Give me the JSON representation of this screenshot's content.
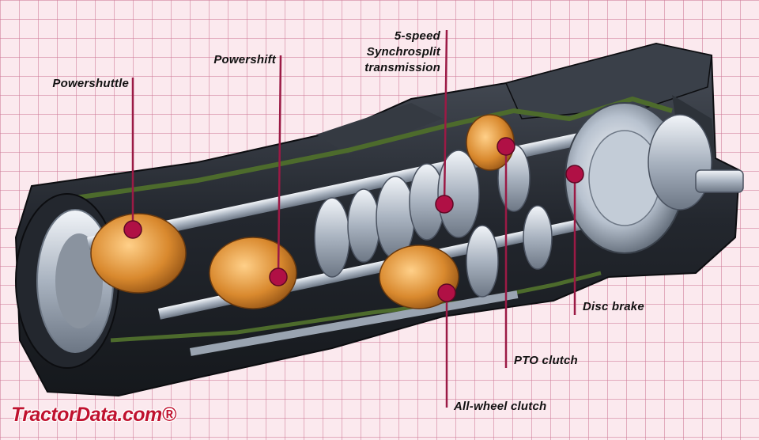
{
  "callouts": {
    "powershuttle": "Powershuttle",
    "powershift": "Powershift",
    "synchrosplit_line1": "5-speed",
    "synchrosplit_line2": "Synchrosplit",
    "synchrosplit_line3": "transmission",
    "disc_brake": "Disc brake",
    "pto_clutch": "PTO clutch",
    "all_wheel_clutch": "All-wheel clutch"
  },
  "watermark": "TractorData.com®",
  "colors": {
    "background": "#fbe9ee",
    "grid": "#cd7896",
    "leader_line": "#9b1a45",
    "marker": "#b01045",
    "watermark": "#c0122f",
    "casing": "#2b2f36",
    "gear_steel": "#c9d1db",
    "clutch_copper": "#d9892e",
    "seal_green": "#4d6b2c"
  }
}
